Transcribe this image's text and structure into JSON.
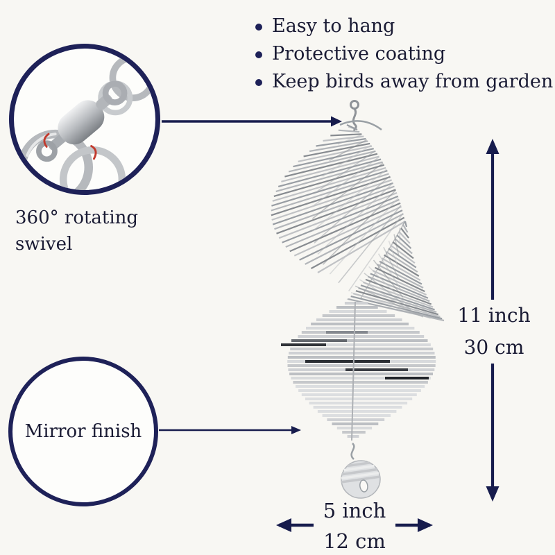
{
  "colors": {
    "background": "#f8f7f3",
    "accent_navy": "#1e2158",
    "arrow_navy": "#171c4d",
    "text": "#1a1b34",
    "silver": "#c6c8cb",
    "dark_reflection": "#303338",
    "red_accent": "#c23b2e"
  },
  "features": {
    "items": [
      {
        "label": "Easy to hang"
      },
      {
        "label": "Protective coating"
      },
      {
        "label": "Keep birds away from garden"
      }
    ]
  },
  "callouts": {
    "swivel": {
      "line1": "360° rotating",
      "line2": "swivel"
    },
    "mirror": {
      "label": "Mirror finish"
    }
  },
  "dimensions": {
    "height": {
      "imperial": "11 inch",
      "metric": "30 cm"
    },
    "width": {
      "imperial": "5 inch",
      "metric": "12 cm"
    }
  },
  "icons": {
    "swivel_closeup": "ball-bearing-swivel-photo",
    "product": "spiral-wind-spinner",
    "bullet": "navy-dot"
  }
}
